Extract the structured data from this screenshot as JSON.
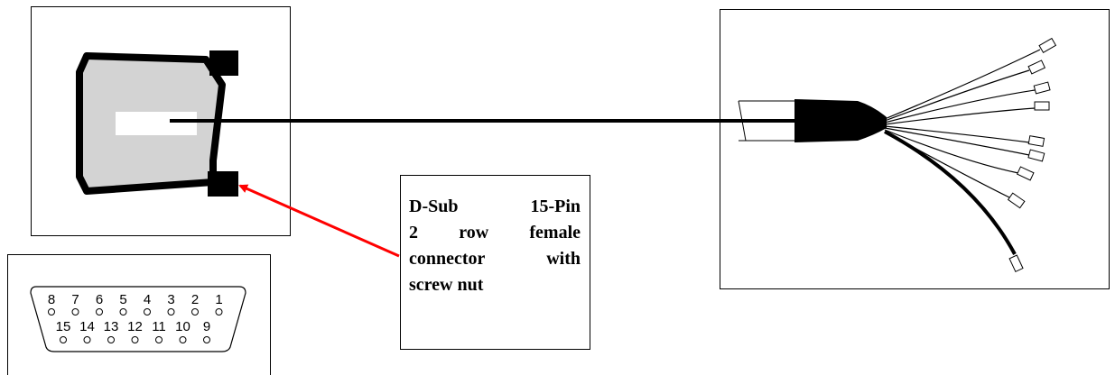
{
  "callout": {
    "lines": [
      "D-Sub 15-Pin",
      "2 row female",
      "connector with",
      "screw nut"
    ]
  },
  "pinout": {
    "top_row": [
      "8",
      "7",
      "6",
      "5",
      "4",
      "3",
      "2",
      "1"
    ],
    "bottom_row": [
      "15",
      "14",
      "13",
      "12",
      "11",
      "10",
      "9"
    ]
  },
  "colors": {
    "connector_fill": "#d3d3d3",
    "outline": "#000000",
    "arrow": "#ff0000"
  }
}
